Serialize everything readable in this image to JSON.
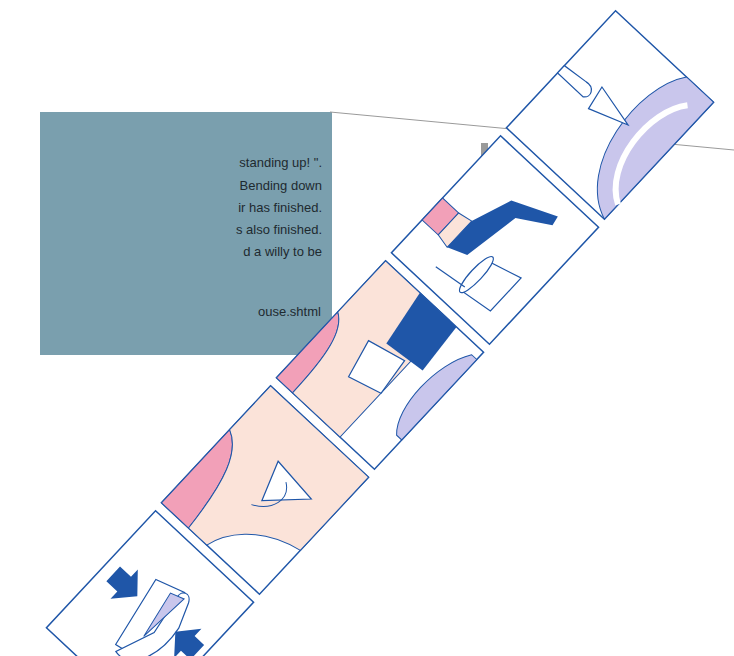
{
  "diagram": {
    "labels": [
      "standing up! \".",
      "Bending down",
      "ir has finished.",
      "s also finished.",
      "d a willy to be",
      "ouse.shtml"
    ]
  }
}
